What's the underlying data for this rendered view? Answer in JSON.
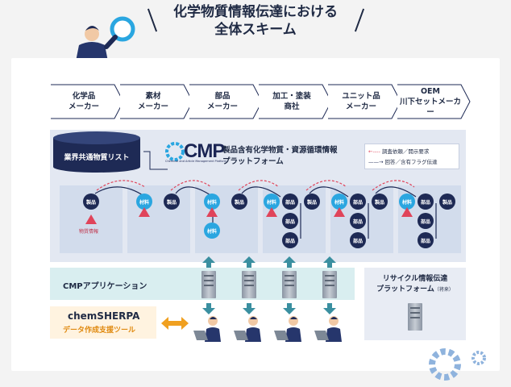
{
  "title": {
    "line1": "化学物質情報伝達における",
    "line2": "全体スキーム"
  },
  "chain": [
    {
      "label": "化学品\nメーカー"
    },
    {
      "label": "素材\nメーカー"
    },
    {
      "label": "部品\nメーカー"
    },
    {
      "label": "加工・塗装\n商社"
    },
    {
      "label": "ユニット品\nメーカー"
    },
    {
      "label": "OEM\n川下セットメーカー"
    }
  ],
  "db_label": "業界共通物質リスト",
  "cmp_logo": "CMP",
  "cmp_logo_sub": "Chemical and Article Management Platform",
  "platform_title": "製品含有化学物質・資源循環情報\nプラットフォーム",
  "legend": {
    "request": "調査依頼／開示要求",
    "response": "回答／含有フラグ伝達"
  },
  "node_labels": {
    "product": "製品",
    "material": "材料",
    "part": "部品"
  },
  "substance_info": "物質情報",
  "cmp_app": "CMPアプリケーション",
  "chemsherpa_logo": "chemSHERPA",
  "chemsherpa_tool": "データ作成支援ツール",
  "recycle": {
    "title": "リサイクル情報伝達\nプラットフォーム",
    "note": "（将来）"
  },
  "colors": {
    "navy": "#1e2a55",
    "cyan": "#2aa6e0",
    "red": "#e0445a",
    "teal": "#3a8fa0",
    "orange": "#f0a020"
  }
}
